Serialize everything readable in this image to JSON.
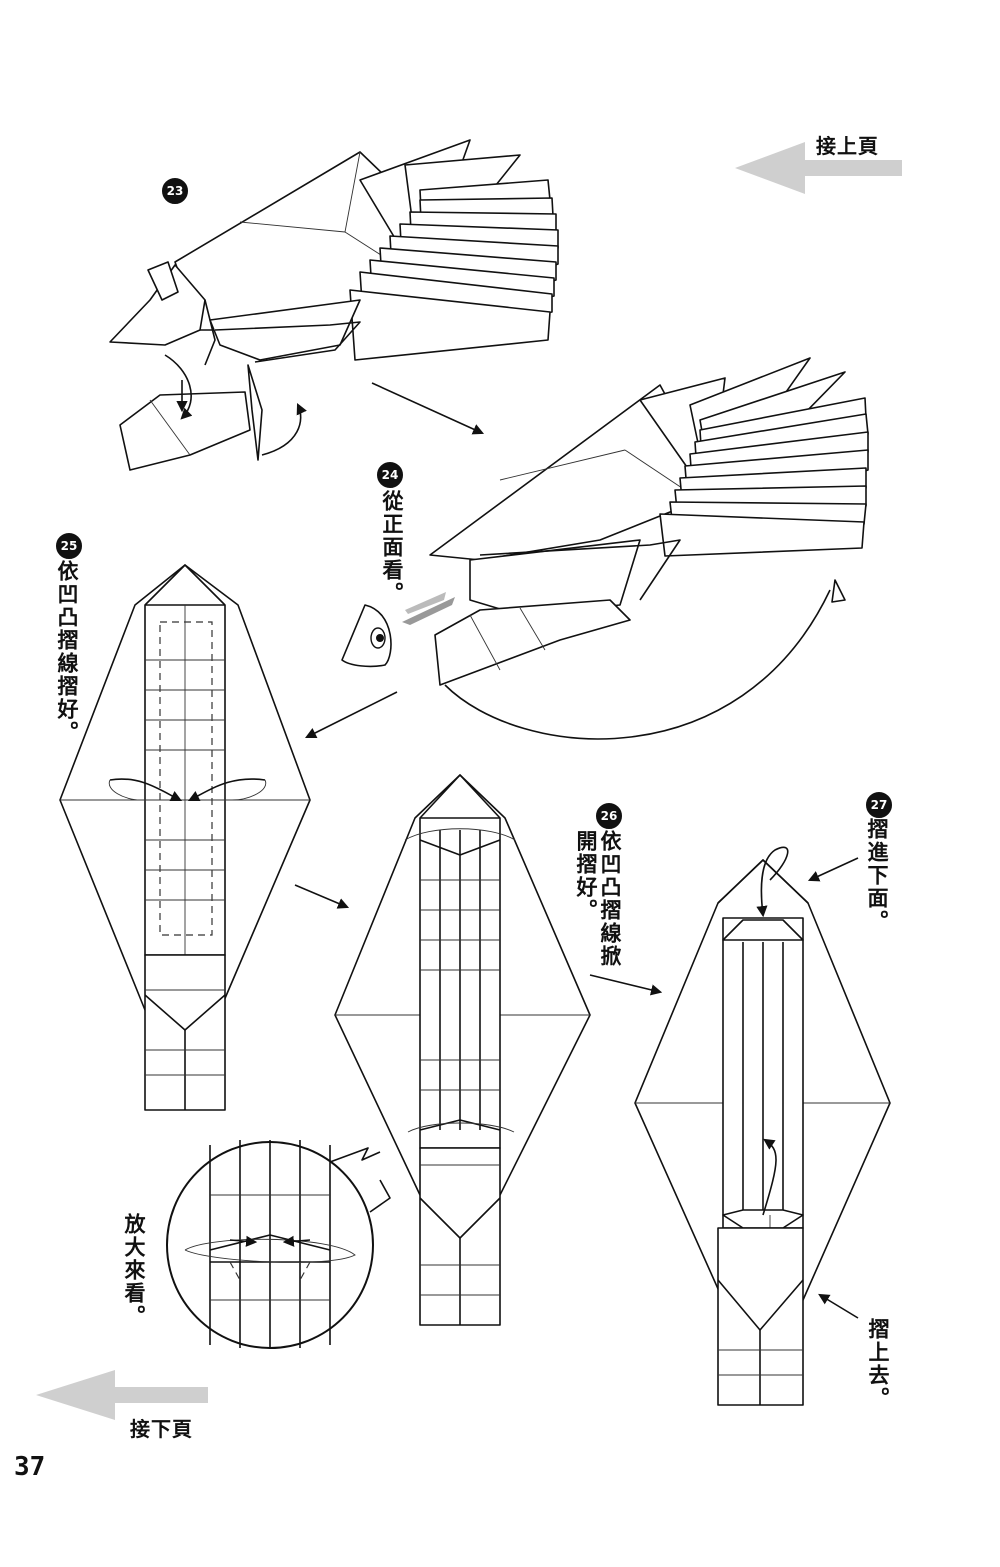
{
  "navigation": {
    "previous_label": "接上頁",
    "next_label": "接下頁"
  },
  "steps": [
    {
      "number": "23",
      "instruction": ""
    },
    {
      "number": "24",
      "instruction": "從正面看。"
    },
    {
      "number": "25",
      "instruction": "依凹凸摺線摺好。"
    },
    {
      "number": "26",
      "instruction": "依凹凸摺線掀開摺好。"
    },
    {
      "number": "27",
      "instruction": "摺進下面。"
    }
  ],
  "callouts": {
    "zoom_note": "放大來看。",
    "fold_up_note": "摺上去。"
  },
  "page_number": "37",
  "colors": {
    "ink": "#111111",
    "gray_arrow": "#c8c8c8"
  }
}
